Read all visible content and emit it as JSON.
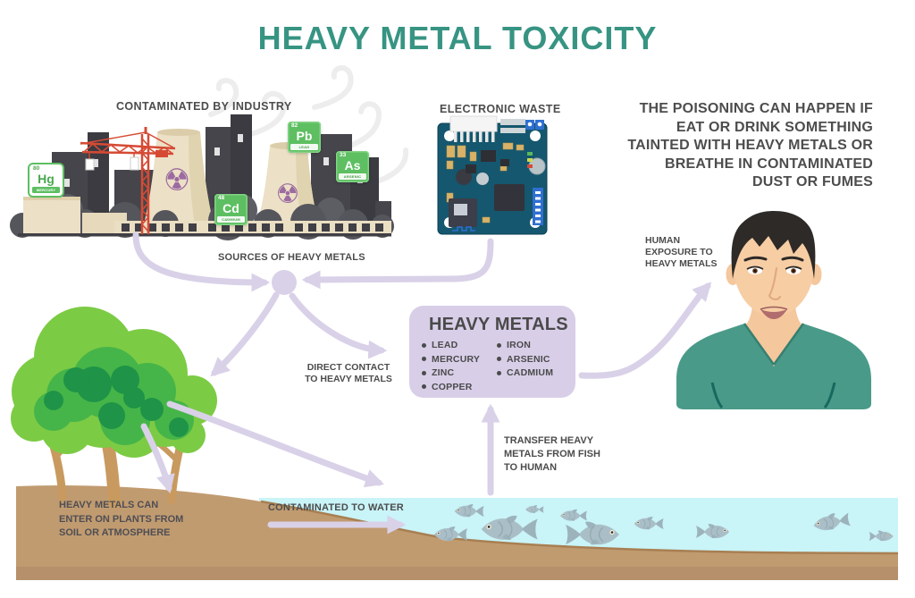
{
  "title": "HEAVY METAL TOXICITY",
  "labels": {
    "industry": "CONTAMINATED BY INDUSTRY",
    "ewaste": "ELECTRONIC WASTE",
    "sources": "SOURCES OF HEAVY METALS",
    "direct_contact": [
      "DIRECT CONTACT",
      "TO HEAVY METALS"
    ],
    "human_exposure": [
      "HUMAN",
      "EXPOSURE TO",
      "HEAVY METALS"
    ],
    "plants": [
      "HEAVY METALS CAN",
      "ENTER ON PLANTS FROM",
      "SOIL OR ATMOSPHERE"
    ],
    "water": "CONTAMINATED TO WATER",
    "transfer": [
      "TRANSFER HEAVY",
      "METALS FROM FISH",
      "TO HUMAN"
    ],
    "poisoning": [
      "THE POISONING CAN HAPPEN IF",
      "EAT OR DRINK SOMETHING",
      "TAINTED WITH HEAVY METALS OR",
      "BREATHE IN CONTAMINATED",
      "DUST OR FUMES"
    ]
  },
  "heavy_metals_box": {
    "title": "HEAVY METALS",
    "column1": [
      "LEAD",
      "MERCURY",
      "ZINC",
      "COPPER"
    ],
    "column2": [
      "IRON",
      "ARSENIC",
      "CADMIUM"
    ]
  },
  "element_badges": {
    "hg": {
      "number": "80",
      "symbol": "Hg",
      "name": "MERCURY"
    },
    "pb": {
      "number": "82",
      "symbol": "Pb",
      "name": "LEAD"
    },
    "as": {
      "number": "33",
      "symbol": "As",
      "name": "ARSENIC"
    },
    "cd": {
      "number": "48",
      "symbol": "Cd",
      "name": "CADMIUM"
    }
  },
  "colors": {
    "title_teal": "#379482",
    "label_gray": "#4c4c4c",
    "arrow_lavender": "#d9d1e8",
    "metals_box_purple": "#d8cee8",
    "badge_green": "#5dbf61",
    "water_cyan": "#c9f4f8",
    "sand_tan": "#c19b70",
    "tree_green": "#45b549",
    "shirt_teal": "#4a9a89",
    "skin": "#f7cda4",
    "pcb_blue": "#15576e",
    "crane_red": "#d64a34",
    "radiation_purple": "#9c6ba0",
    "building_gray": "#45454b",
    "tower_cream": "#ece0c6",
    "fish_gray": "#a9bec6"
  }
}
